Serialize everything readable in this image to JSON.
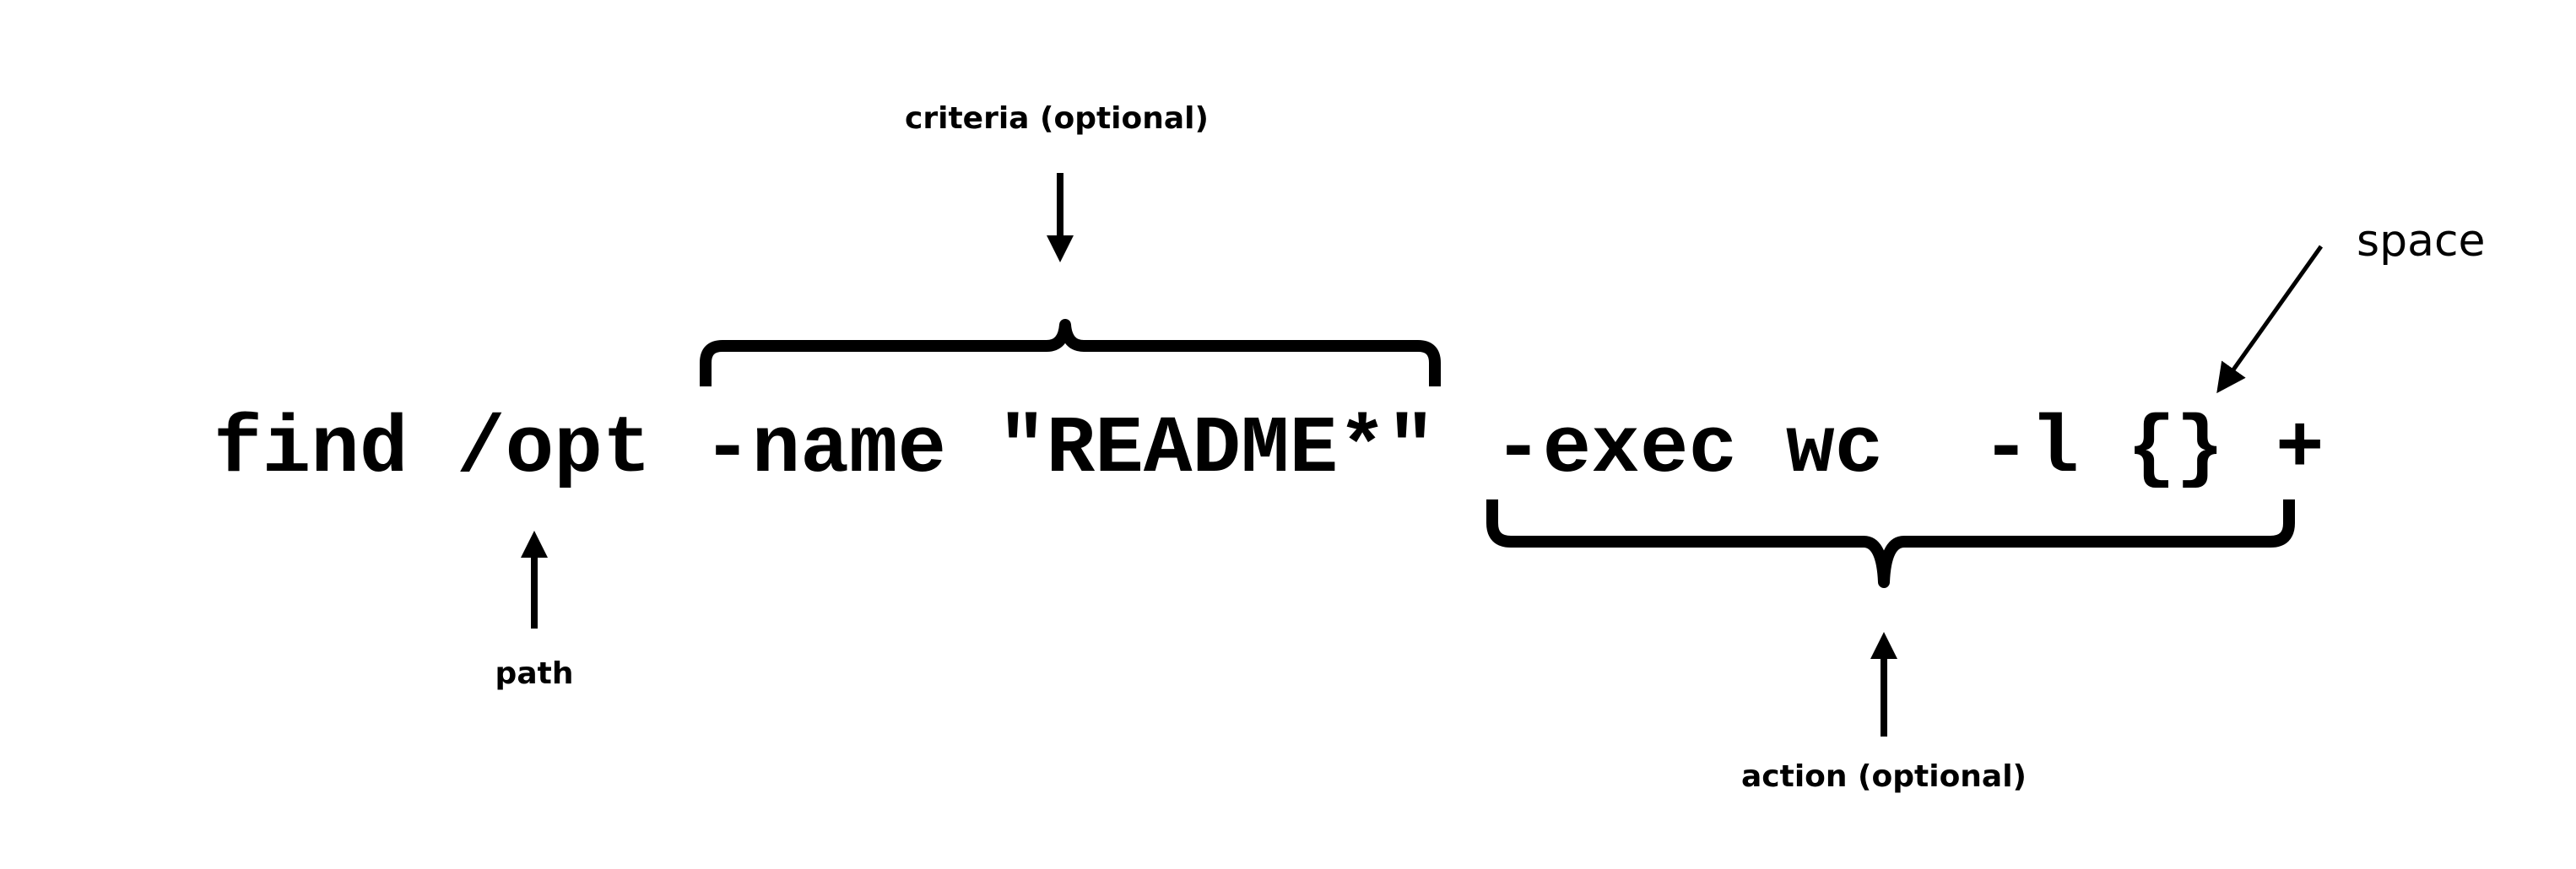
{
  "command": {
    "tokens": [
      "find",
      "/opt",
      "-name",
      "\"README*\"",
      "-exec",
      "wc",
      "-l",
      "{}",
      "+"
    ]
  },
  "labels": {
    "criteria": "criteria (optional)",
    "path": "path",
    "action": "action (optional)",
    "space": "space"
  },
  "colors": {
    "ink": "#000000",
    "background": "#ffffff"
  }
}
